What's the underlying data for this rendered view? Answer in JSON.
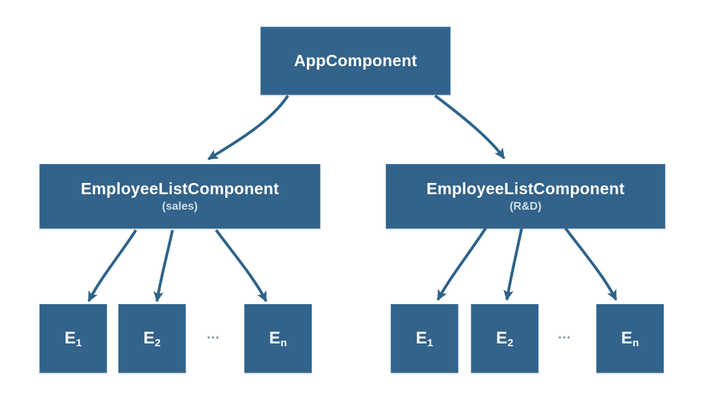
{
  "diagram": {
    "type": "component-tree",
    "background_color": "#ffffff",
    "node_fill_color": "#33638a",
    "node_border_color": "#4a7ea6",
    "node_text_color": "#ffffff",
    "node_subtext_color": "#cfdce7",
    "edge_color": "#2e6389",
    "ellipsis_color": "#7d93a6"
  },
  "nodes": {
    "root": {
      "label": "AppComponent"
    },
    "lists": [
      {
        "label": "EmployeeListComponent",
        "sub": "(sales)"
      },
      {
        "label": "EmployeeListComponent",
        "sub": "(R&D)"
      }
    ],
    "leaves_left": [
      {
        "label": "E",
        "subscript": "1"
      },
      {
        "label": "E",
        "subscript": "2"
      },
      {
        "label": "E",
        "subscript": "n"
      }
    ],
    "leaves_right": [
      {
        "label": "E",
        "subscript": "1"
      },
      {
        "label": "E",
        "subscript": "2"
      },
      {
        "label": "E",
        "subscript": "n"
      }
    ],
    "ellipsis": "..."
  }
}
